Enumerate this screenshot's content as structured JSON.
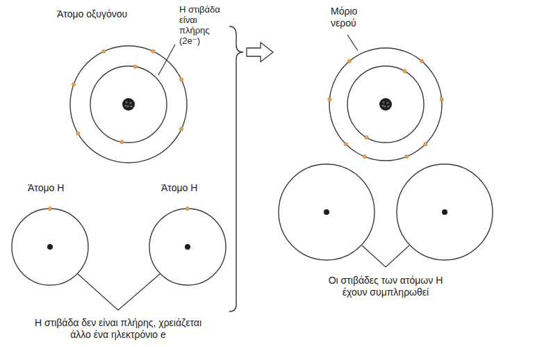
{
  "diagram": {
    "nodes": [
      {
        "text": [
          "Άτομο οξυγόνου"
        ]
      },
      {
        "text": [
          "Άτομο Η"
        ]
      },
      {
        "text": [
          "Άτομο Η"
        ]
      },
      {
        "text": [
          "Μόριο νερού"
        ]
      }
    ],
    "labels": [
      "Η στιβάδα είναι πλήρης (2e⁻)",
      "Η στιβάδα δεν είναι πλήρης, χρειάζεται άλλο ένα ηλεκτρόνιο e",
      "Οι στιβάδες των ατόμων Η έχουν συμπληρωθεί"
    ]
  }
}
